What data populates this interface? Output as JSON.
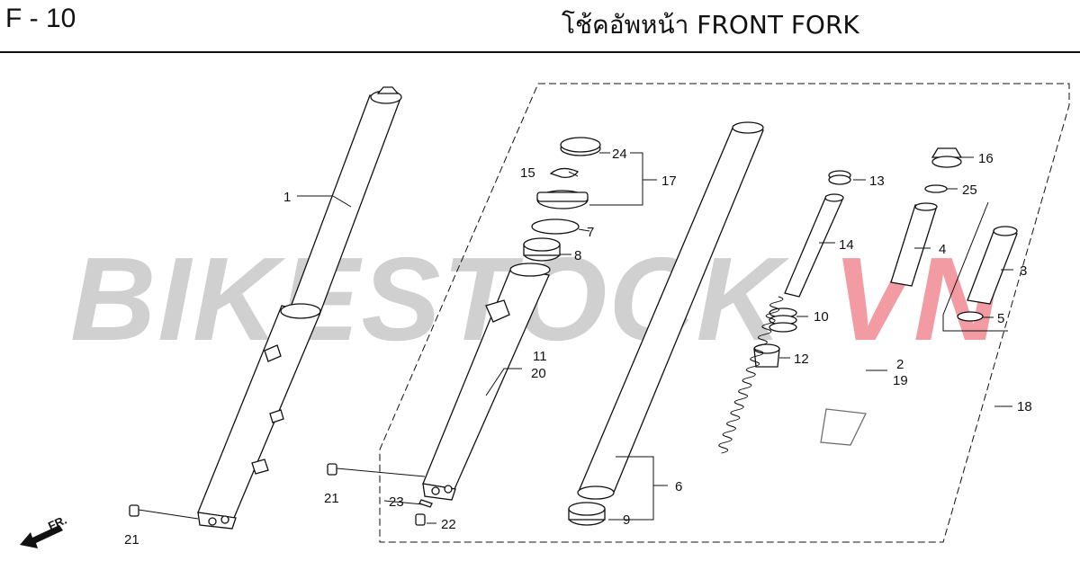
{
  "header": {
    "page_code": "F - 10",
    "title": "โช้คอัพหน้า  FRONT FORK"
  },
  "watermark": {
    "text_gray": "BIKESTOCK",
    "text_red": "VN",
    "color_gray": "#c8c8c8",
    "color_red": "#f08a92"
  },
  "direction": {
    "label": "FR."
  },
  "callouts": {
    "c1": "1",
    "c2": "2",
    "c3": "3",
    "c4": "4",
    "c5": "5",
    "c6": "6",
    "c7": "7",
    "c8": "8",
    "c9": "9",
    "c10": "10",
    "c11": "11",
    "c12": "12",
    "c13": "13",
    "c14": "14",
    "c15": "15",
    "c16": "16",
    "c17": "17",
    "c18": "18",
    "c19": "19",
    "c20": "20",
    "c21a": "21",
    "c21b": "21",
    "c22": "22",
    "c23": "23",
    "c24": "24",
    "c25": "25"
  }
}
